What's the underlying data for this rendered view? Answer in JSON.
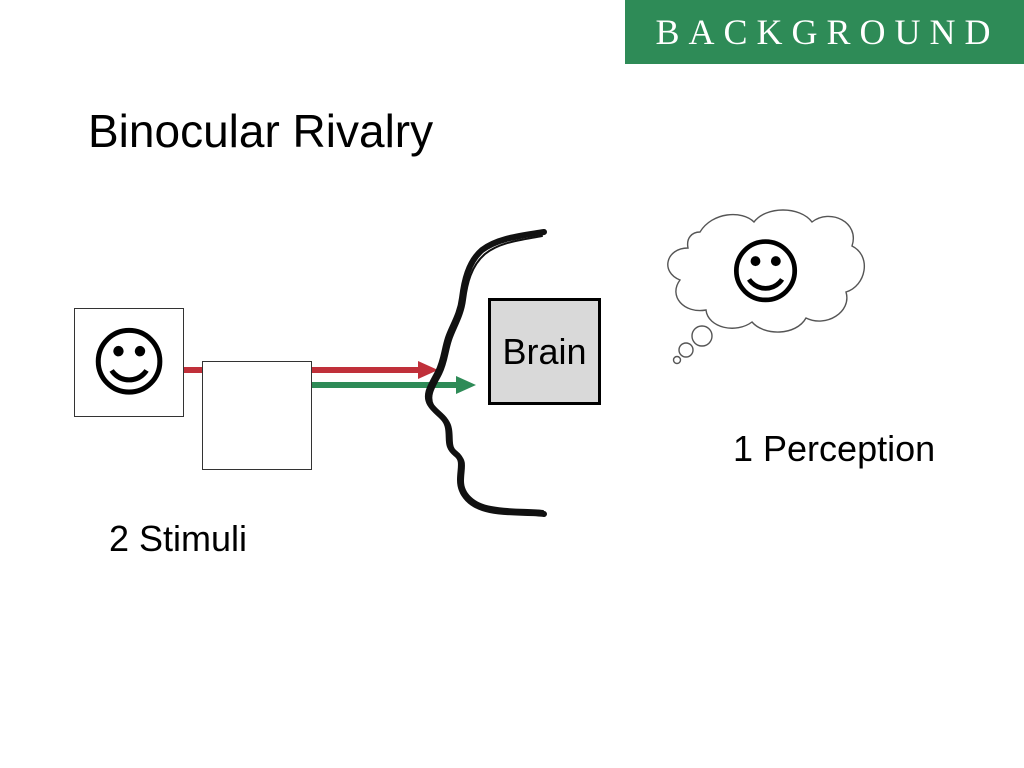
{
  "slide": {
    "section_label": "BACKGROUND",
    "title": "Binocular Rivalry"
  },
  "diagram": {
    "stimulus_face_glyph": "☺",
    "brain_label": "Brain",
    "percept_glyph": "☺",
    "stimuli_caption": "2 Stimuli",
    "perception_caption": "1 Perception",
    "icons": [
      "smiley-face-icon",
      "house-icon",
      "head-profile-icon",
      "thought-bubble-icon"
    ],
    "colors": {
      "banner": "#2e8b57",
      "arrow_face": "#c0303a",
      "arrow_house": "#2e8b57",
      "brain_fill": "#d9d9d9"
    }
  }
}
